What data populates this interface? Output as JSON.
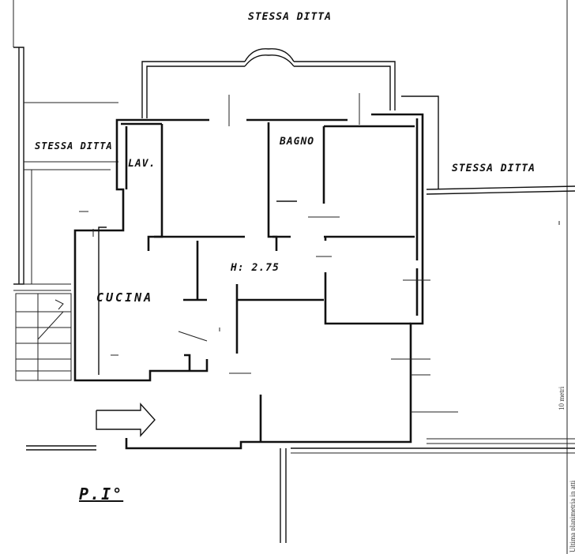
{
  "plan": {
    "labels": {
      "top_neighbour": "STESSA DITTA",
      "left_neighbour": "STESSA DITTA",
      "right_neighbour": "STESSA DITTA",
      "lav": "LAV.",
      "bagno": "BAGNO",
      "cucina": "CUCINA",
      "height": "H: 2.75",
      "floor": "P.I°"
    },
    "margin_stamp": {
      "line1": "Ultima planimetria in atti",
      "line2": "10 metri"
    }
  }
}
